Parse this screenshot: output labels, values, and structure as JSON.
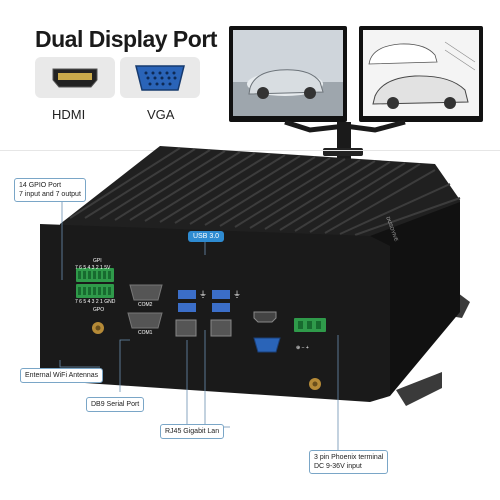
{
  "header": {
    "title": "Dual Display Port",
    "hdmi_label": "HDMI",
    "vga_label": "VGA"
  },
  "callouts": {
    "gpio": [
      "14 GPIO Port",
      "7 input and 7 output"
    ],
    "usb": "USB 3.0",
    "wifi": "Enternal WiFi Antennas",
    "db9": "DB9 Serial Port",
    "rj45": "RJ45 Gigabit Lan",
    "power": [
      "3 pin Phoenix terminal",
      "DC 9-36V input"
    ]
  },
  "device": {
    "gpi_label": "GPI",
    "gpo_label": "GPO",
    "gpi_pins": "7 6 5 4 3 2 1 5V",
    "gpo_pins": "7 6 5 4 3 2 1 GND",
    "com2": "COM2",
    "com1": "COM1",
    "brand": "DUSOYIVE",
    "power_signs": "⊕ − +"
  },
  "colors": {
    "accent": "#2e8bd1",
    "device_body": "#1c1c1c",
    "terminal_green": "#2f9a4a",
    "vga_blue": "#2a64b8"
  }
}
